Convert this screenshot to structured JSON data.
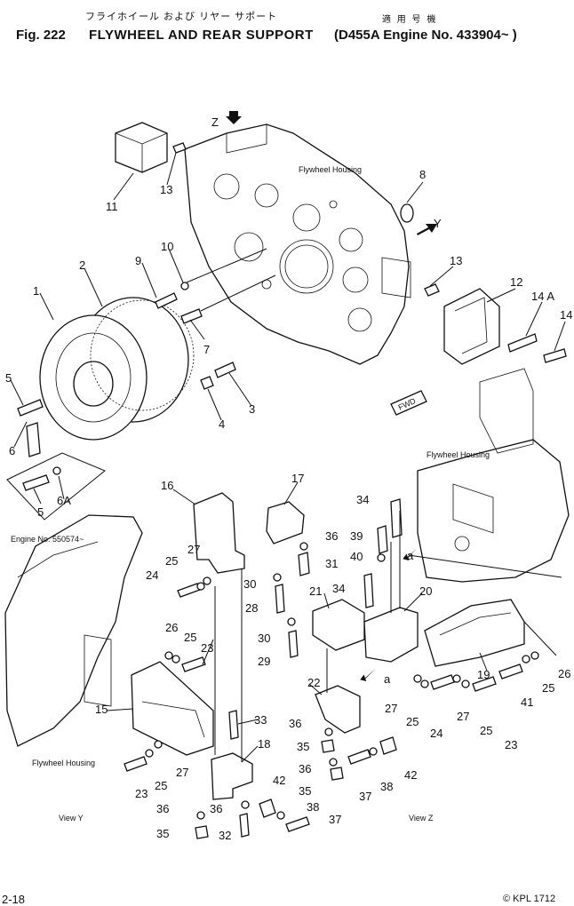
{
  "header": {
    "title_jp": "フライホイール および リヤー サポート",
    "applicability_jp": "適 用 号 機",
    "fig_label": "Fig. 222",
    "title": "FLYWHEEL AND REAR SUPPORT",
    "applicability": "(D455A Engine No. 433904~ )"
  },
  "footer": {
    "page_number": "2-18",
    "doc_code": "© KPL 1712"
  },
  "labels": {
    "flywheel_housing_top": "Flywheel Housing",
    "flywheel_housing_right": "Flywheel Housing",
    "flywheel_housing_left": "Flywheel Housing",
    "engine_no": "Engine No. 550574~",
    "view_y": "View Y",
    "view_z": "View Z",
    "view_arrow_z": "Z",
    "view_arrow_y": "Y",
    "fwd": "FWD",
    "arrow_a1": "a",
    "arrow_a2": "a"
  },
  "callouts": {
    "c1": "1",
    "c2": "2",
    "c3": "3",
    "c4": "4",
    "c5a": "5",
    "c5b": "5",
    "c6": "6",
    "c6a": "6A",
    "c7": "7",
    "c8": "8",
    "c9": "9",
    "c10": "10",
    "c11": "11",
    "c12": "12",
    "c13a": "13",
    "c13b": "13",
    "c14": "14",
    "c14a": "14 A",
    "c15": "15",
    "c16": "16",
    "c17": "17",
    "c18": "18",
    "c19": "19",
    "c20": "20",
    "c21": "21",
    "c22": "22",
    "c23a": "23",
    "c23b": "23",
    "c23c": "23",
    "c24a": "24",
    "c24b": "24",
    "c25a": "25",
    "c25b": "25",
    "c25c": "25",
    "c25d": "25",
    "c25e": "25",
    "c25f": "25",
    "c26a": "26",
    "c26b": "26",
    "c27a": "27",
    "c27b": "27",
    "c27c": "27",
    "c27d": "27",
    "c28": "28",
    "c29": "29",
    "c30a": "30",
    "c30b": "30",
    "c31": "31",
    "c32": "32",
    "c33": "33",
    "c34a": "34",
    "c34b": "34",
    "c35a": "35",
    "c35b": "35",
    "c35c": "35",
    "c36a": "36",
    "c36b": "36",
    "c36c": "36",
    "c36d": "36",
    "c36e": "36",
    "c37a": "37",
    "c37b": "37",
    "c38a": "38",
    "c38b": "38",
    "c39": "39",
    "c40": "40",
    "c41": "41",
    "c42a": "42",
    "c42b": "42"
  }
}
